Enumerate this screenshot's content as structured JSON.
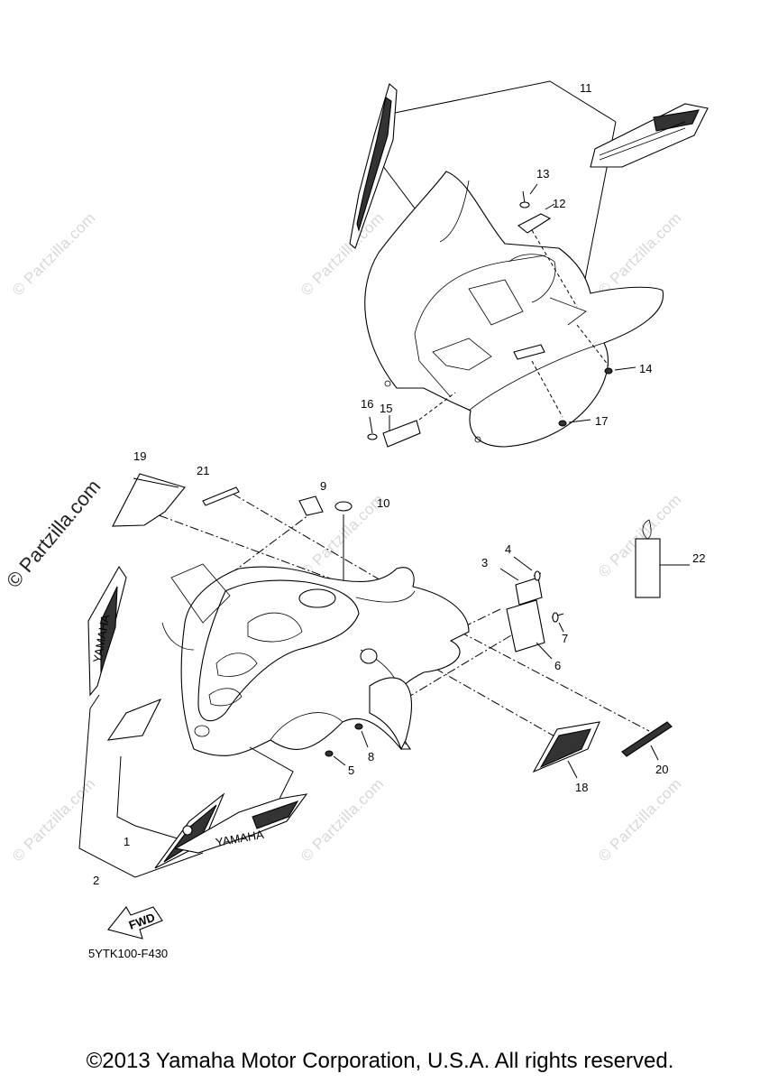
{
  "watermarks": {
    "text": "© Partzilla.com",
    "side_text": "© Partzilla.com"
  },
  "diagram": {
    "code": "5YTK100-F430",
    "fwd_label": "FWD",
    "brand_decal": "YAMAHA",
    "callouts": [
      "1",
      "2",
      "3",
      "4",
      "5",
      "6",
      "7",
      "8",
      "9",
      "10",
      "11",
      "12",
      "13",
      "14",
      "15",
      "16",
      "17",
      "18",
      "19",
      "20",
      "21",
      "22"
    ]
  },
  "footer": {
    "copyright": "©2013 Yamaha Motor Corporation, U.S.A. All rights reserved."
  }
}
